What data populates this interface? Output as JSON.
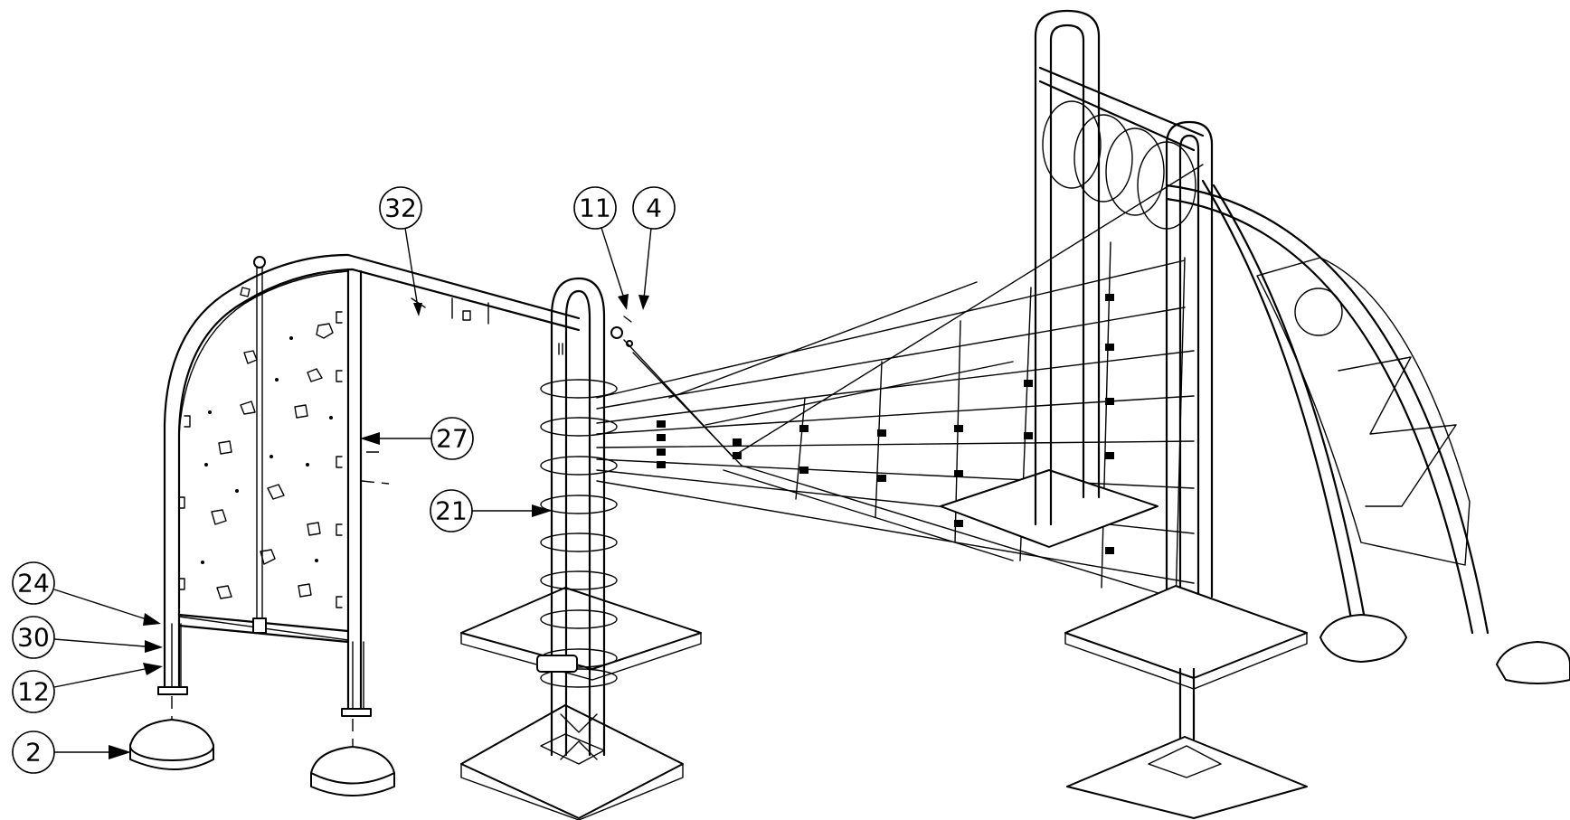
{
  "callouts": [
    {
      "id": "c32",
      "label": "32"
    },
    {
      "id": "c11",
      "label": "11"
    },
    {
      "id": "c4",
      "label": "4"
    },
    {
      "id": "c27",
      "label": "27"
    },
    {
      "id": "c21",
      "label": "21"
    },
    {
      "id": "c24",
      "label": "24"
    },
    {
      "id": "c30",
      "label": "30"
    },
    {
      "id": "c12",
      "label": "12"
    },
    {
      "id": "c2",
      "label": "2"
    }
  ]
}
